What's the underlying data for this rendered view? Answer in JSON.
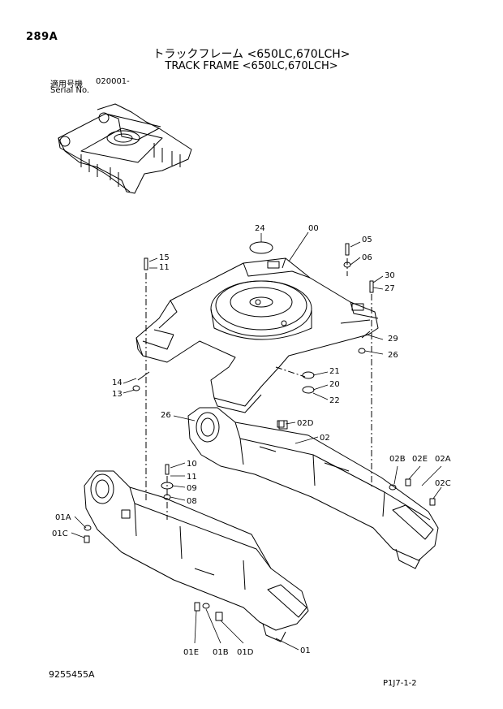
{
  "header": {
    "page_code": "289A",
    "title_jp": "トラックフレーム <650LC,670LCH>",
    "title_en": "TRACK FRAME <650LC,670LCH>",
    "serial_label_jp": "適用号機",
    "serial_value": "020001-",
    "serial_label_en": "Serial No."
  },
  "footer": {
    "doc_no": "9255455A",
    "page_ref": "P1J7-1-2"
  },
  "callouts": {
    "c00": "00",
    "c01": "01",
    "c01A": "01A",
    "c01B": "01B",
    "c01C": "01C",
    "c01D": "01D",
    "c01E": "01E",
    "c02": "02",
    "c02A": "02A",
    "c02B": "02B",
    "c02C": "02C",
    "c02D": "02D",
    "c02E": "02E",
    "c05": "05",
    "c06": "06",
    "c08": "08",
    "c09": "09",
    "c10": "10",
    "c11a": "11",
    "c11b": "11",
    "c13": "13",
    "c14": "14",
    "c15": "15",
    "c20": "20",
    "c21": "21",
    "c22": "22",
    "c24": "24",
    "c26a": "26",
    "c26b": "26",
    "c27": "27",
    "c29": "29",
    "c30": "30"
  }
}
